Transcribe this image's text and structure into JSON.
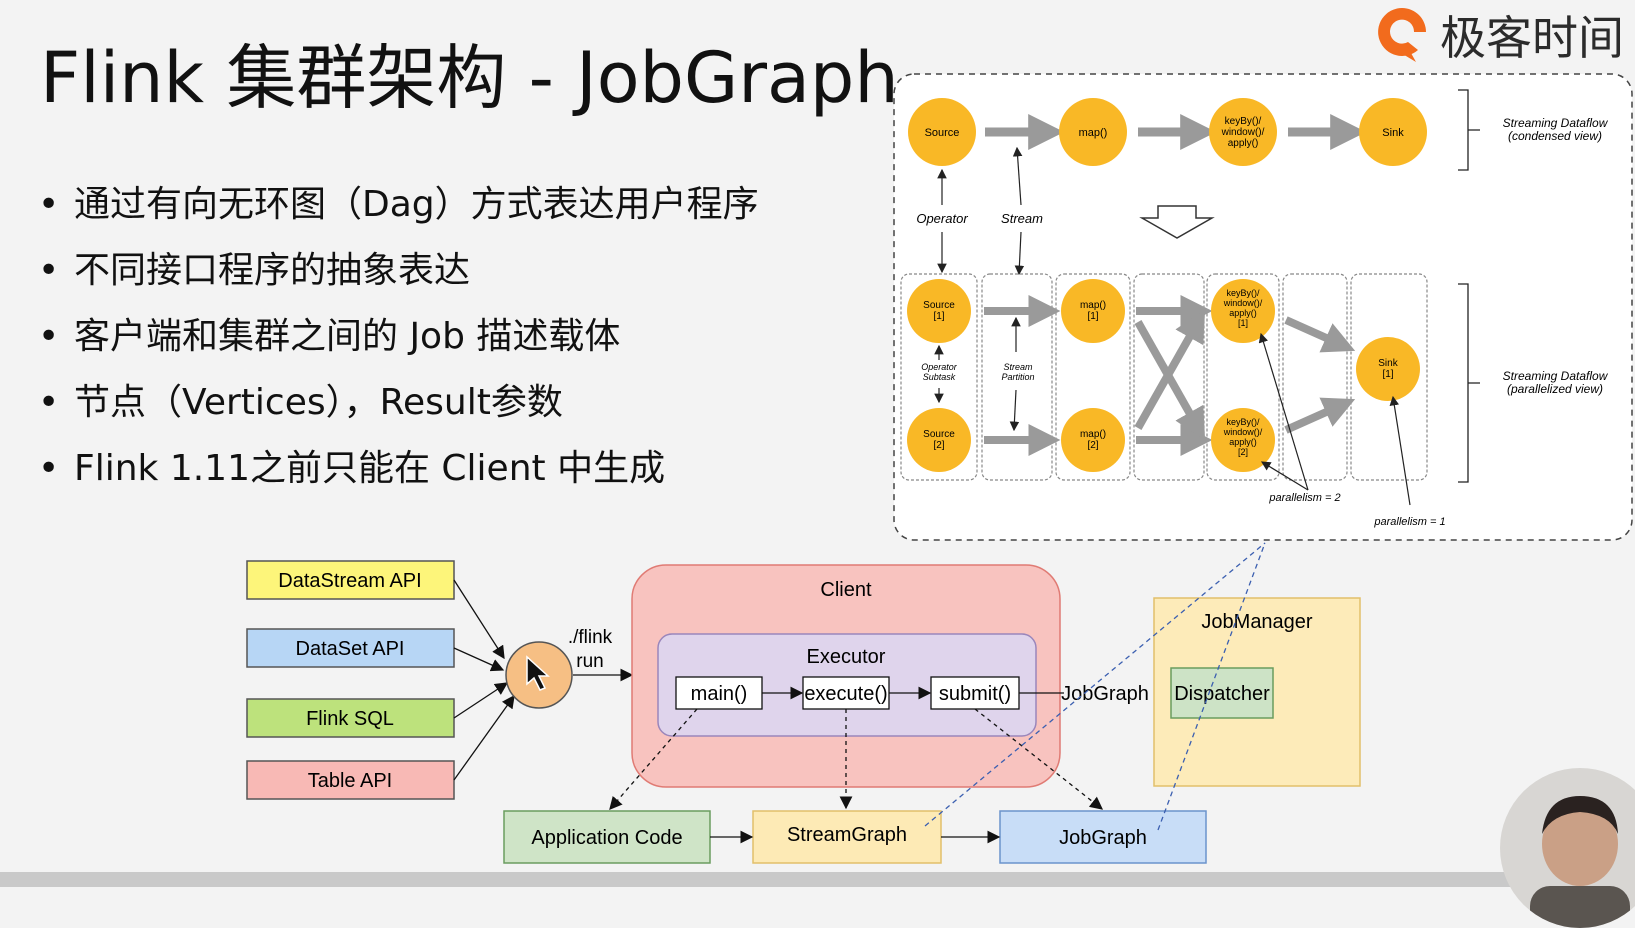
{
  "title": "Flink 集群架构 - JobGraph",
  "logo": {
    "text": "极客时间",
    "icon": "geektime-logo-icon"
  },
  "bullets": [
    "通过有向无环图（Dag）方式表达用户程序",
    "不同接口程序的抽象表达",
    "客户端和集群之间的 Job 描述载体",
    "节点（Vertices），Result参数",
    "Flink 1.11之前只能在 Client 中生成"
  ],
  "dataflow": {
    "top_nodes": [
      "Source",
      "map()",
      "keyBy()/\nwindow()/\napply()",
      "Sink"
    ],
    "label_operator": "Operator",
    "label_stream": "Stream",
    "condensed_label": "Streaming Dataflow\n(condensed view)",
    "parallel_label": "Streaming Dataflow\n(parallelized view)",
    "p_source1": "Source\n[1]",
    "p_source2": "Source\n[2]",
    "p_map1": "map()\n[1]",
    "p_map2": "map()\n[2]",
    "p_key1": "keyBy()/\nwindow()/\napply()\n[1]",
    "p_key2": "keyBy()/\nwindow()/\napply()\n[2]",
    "p_sink": "Sink\n[1]",
    "label_subtask": "Operator\nSubtask",
    "label_partition": "Stream\nPartition",
    "parallelism2": "parallelism = 2",
    "parallelism1": "parallelism = 1"
  },
  "arch": {
    "apis": [
      "DataStream API",
      "DataSet API",
      "Flink SQL",
      "Table API"
    ],
    "api_colors": [
      "#fdf57a",
      "#b7d6f5",
      "#bde27c",
      "#f8b9b5"
    ],
    "flink_run": "./flink\nrun",
    "client": "Client",
    "executor": "Executor",
    "main": "main()",
    "execute": "execute()",
    "submit": "submit()",
    "jobgraph_edge": "JobGraph",
    "jobmanager": "JobManager",
    "dispatcher": "Dispatcher",
    "application_code": "Application Code",
    "streamgraph": "StreamGraph",
    "jobgraph": "JobGraph"
  }
}
